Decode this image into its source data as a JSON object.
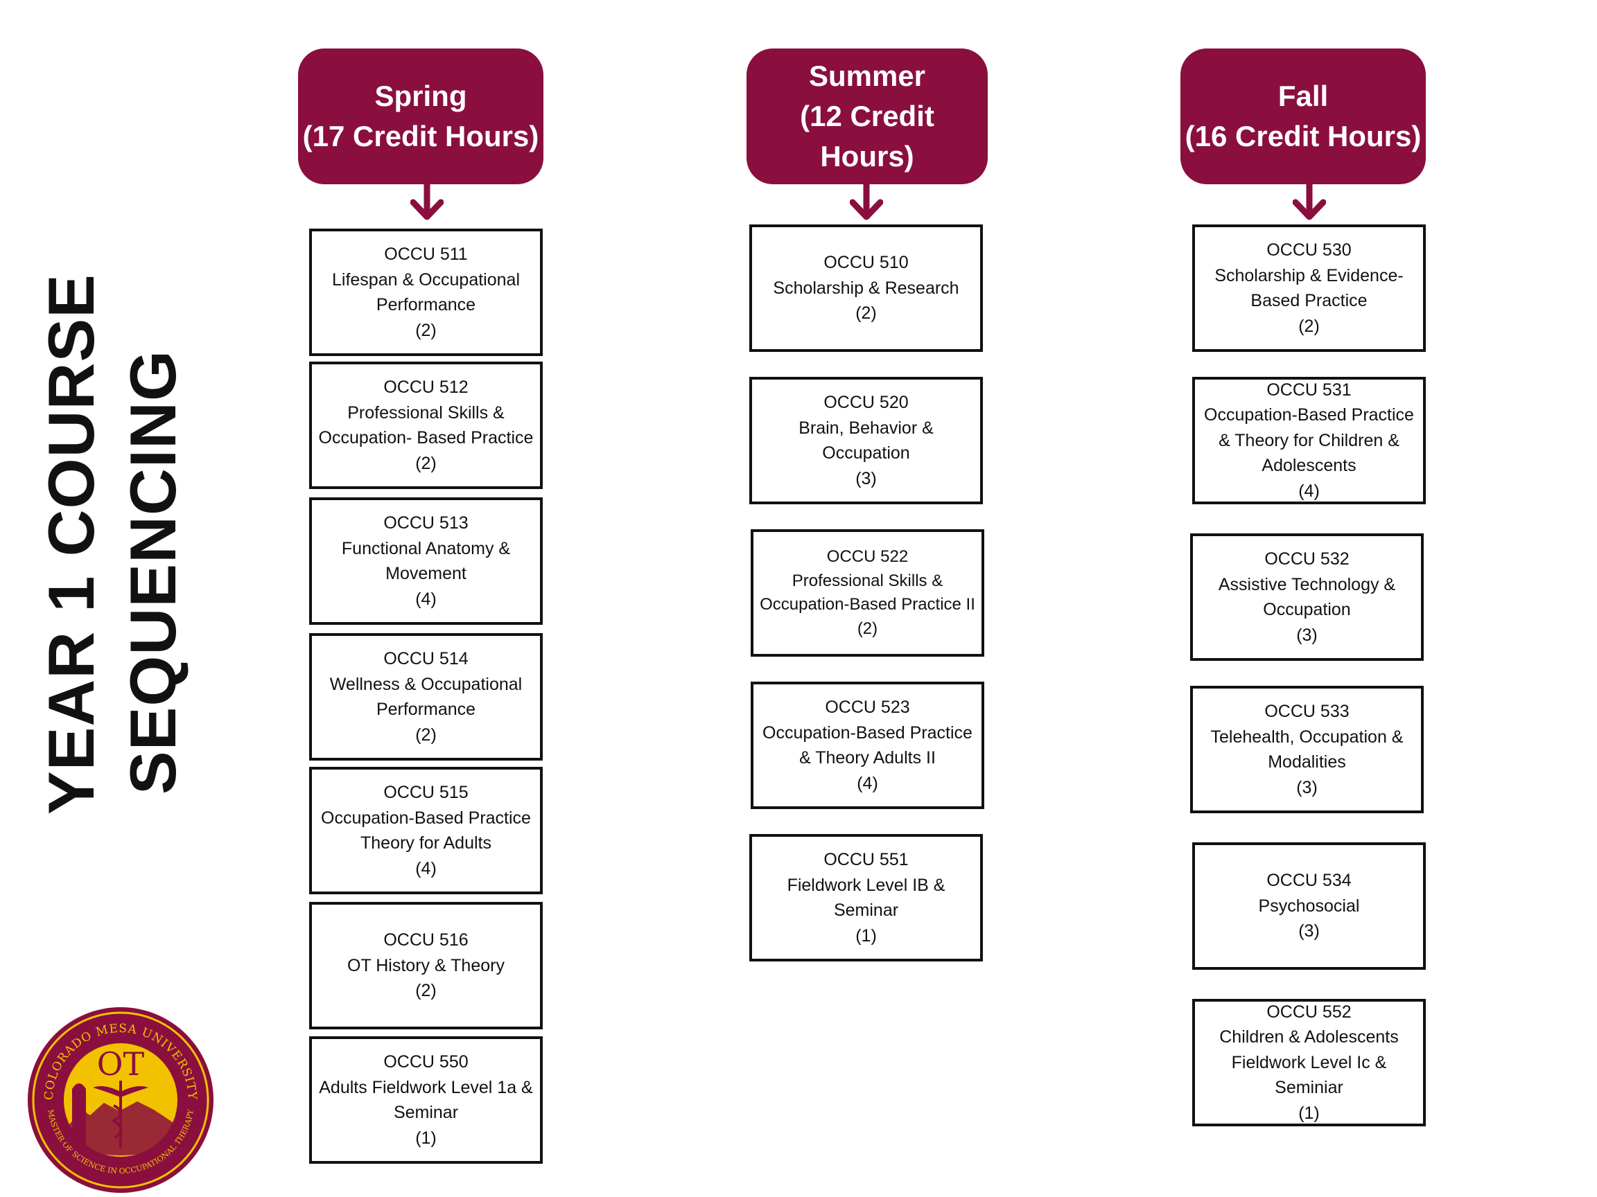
{
  "title": {
    "line1": "YEAR 1 COURSE",
    "line2": "SEQUENCING"
  },
  "colors": {
    "header_bg": "#8a0f3e",
    "header_text": "#ffffff",
    "border": "#111111",
    "logo_gold": "#f2c200"
  },
  "columns": [
    {
      "header_lines": [
        "Spring",
        "(17 Credit Hours)"
      ],
      "courses": [
        {
          "lines": [
            "OCCU 511",
            "Lifespan & Occupational",
            "Performance",
            "(2)"
          ]
        },
        {
          "lines": [
            "OCCU 512",
            "Professional Skills &",
            "Occupation- Based Practice",
            "(2)"
          ]
        },
        {
          "lines": [
            "OCCU 513",
            "Functional Anatomy &",
            "Movement",
            "(4)"
          ]
        },
        {
          "lines": [
            "OCCU 514",
            "Wellness & Occupational",
            "Performance",
            "(2)"
          ]
        },
        {
          "lines": [
            "OCCU 515",
            "Occupation-Based Practice",
            "Theory for Adults",
            "(4)"
          ]
        },
        {
          "lines": [
            "OCCU 516",
            "OT History & Theory",
            "(2)"
          ]
        },
        {
          "lines": [
            "OCCU 550",
            "Adults Fieldwork Level 1a &",
            "Seminar",
            "(1)"
          ]
        }
      ]
    },
    {
      "header_lines": [
        "Summer",
        "(12 Credit",
        "Hours)"
      ],
      "courses": [
        {
          "lines": [
            "OCCU 510",
            "Scholarship & Research",
            "(2)"
          ]
        },
        {
          "lines": [
            "OCCU 520",
            "Brain, Behavior &",
            "Occupation",
            "(3)"
          ]
        },
        {
          "lines": [
            "OCCU 522",
            "Professional Skills &",
            "Occupation-Based Practice II",
            "(2)"
          ]
        },
        {
          "lines": [
            "OCCU 523",
            "Occupation-Based Practice",
            "& Theory Adults II",
            "(4)"
          ]
        },
        {
          "lines": [
            "OCCU 551",
            "Fieldwork Level IB &",
            "Seminar",
            "(1)"
          ]
        }
      ]
    },
    {
      "header_lines": [
        "Fall",
        "(16 Credit Hours)"
      ],
      "courses": [
        {
          "lines": [
            "OCCU 530",
            "Scholarship & Evidence-",
            "Based Practice",
            "(2)"
          ]
        },
        {
          "lines": [
            "OCCU 531",
            "Occupation-Based Practice",
            "& Theory for Children &",
            "Adolescents",
            "(4)"
          ]
        },
        {
          "lines": [
            "OCCU 532",
            "Assistive Technology &",
            "Occupation",
            "(3)"
          ]
        },
        {
          "lines": [
            "OCCU 533",
            "Telehealth, Occupation &",
            "Modalities",
            "(3)"
          ]
        },
        {
          "lines": [
            "OCCU 534",
            "Psychosocial",
            "(3)"
          ]
        },
        {
          "lines": [
            "OCCU 552",
            "Children & Adolescents",
            "Fieldwork Level Ic &",
            "Seminiar",
            "(1)"
          ]
        }
      ]
    }
  ],
  "logo": {
    "arc_text_top": "COLORADO MESA UNIVERSITY",
    "arc_text_bottom": "MASTER OF SCIENCE IN OCCUPATIONAL THERAPY",
    "monogram": "OT"
  }
}
